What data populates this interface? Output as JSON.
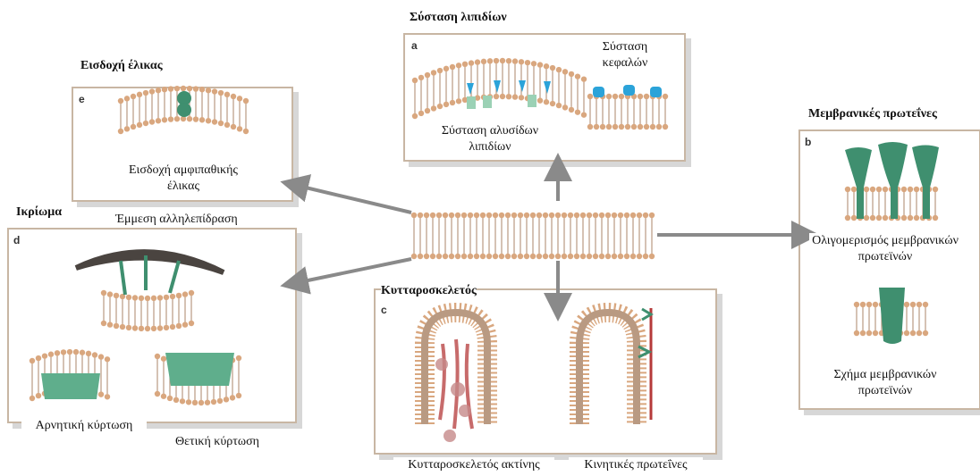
{
  "center": {},
  "panel_a": {
    "letter": "a",
    "title": "Σύσταση λιπιδίων",
    "caption_head": "Σύσταση κεφαλών",
    "caption_chain": "Σύσταση αλυσίδων λιπιδίων"
  },
  "panel_b": {
    "letter": "b",
    "title": "Μεμβρανικές πρωτεΐνες",
    "caption_oligo": "Ολιγομερισμός μεμβρανικών πρωτεϊνών",
    "caption_shape": "Σχήμα μεμβρανικών πρωτεϊνών"
  },
  "panel_c": {
    "letter": "c",
    "title": "Κυτταροσκελετός",
    "caption_actin": "Κυτταροσκελετός ακτίνης",
    "caption_motor": "Κινητικές πρωτεΐνες"
  },
  "panel_d": {
    "letter": "d",
    "title": "Ικρίωμα",
    "caption_indirect": "Έμμεση αλληλεπίδραση",
    "caption_neg": "Αρνητική κύρτωση",
    "caption_pos": "Θετική κύρτωση"
  },
  "panel_e": {
    "letter": "e",
    "title": "Εισδοχή έλικας",
    "caption": "Εισδοχή αμφιπαθικής έλικας"
  },
  "colors": {
    "head": "#d9a77f",
    "tail": "#b99a82",
    "protein": "#3f8f6f",
    "arrow": "#8a8a8a",
    "actin": "#b53a3a",
    "blue": "#2ba3d9",
    "frame": "#c8b6a3"
  }
}
